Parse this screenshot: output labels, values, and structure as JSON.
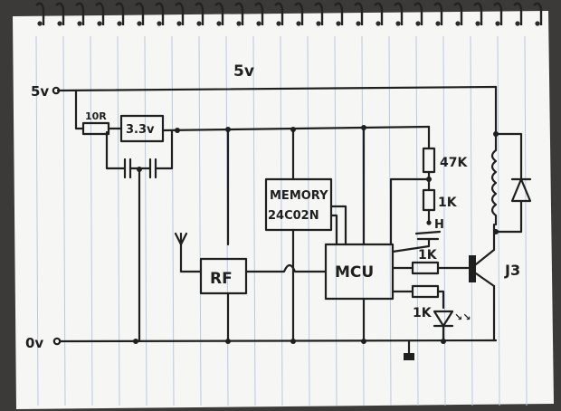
{
  "diagram": {
    "rail_top_label": "5v",
    "rail_top_center_label": "5v",
    "rail_bottom_label": "0v",
    "resistor_in_label": "10R",
    "regulator_label": "3.3v",
    "memory_label_line1": "MEMORY",
    "memory_label_line2": "24C02N",
    "rf_label": "RF",
    "mcu_label": "MCU",
    "r_47k_label": "47K",
    "r_1k_top_label": "1K",
    "h_label": "H",
    "r_1k_mid_label": "1K",
    "r_1k_bot_label": "1K",
    "transistor_label": "J3",
    "led_rays_label": "↘↘"
  },
  "colors": {
    "paper": "#f6f6f4",
    "ink": "#1f1f1f",
    "rules": "#b9c9e3",
    "background": "#3b3a39"
  }
}
